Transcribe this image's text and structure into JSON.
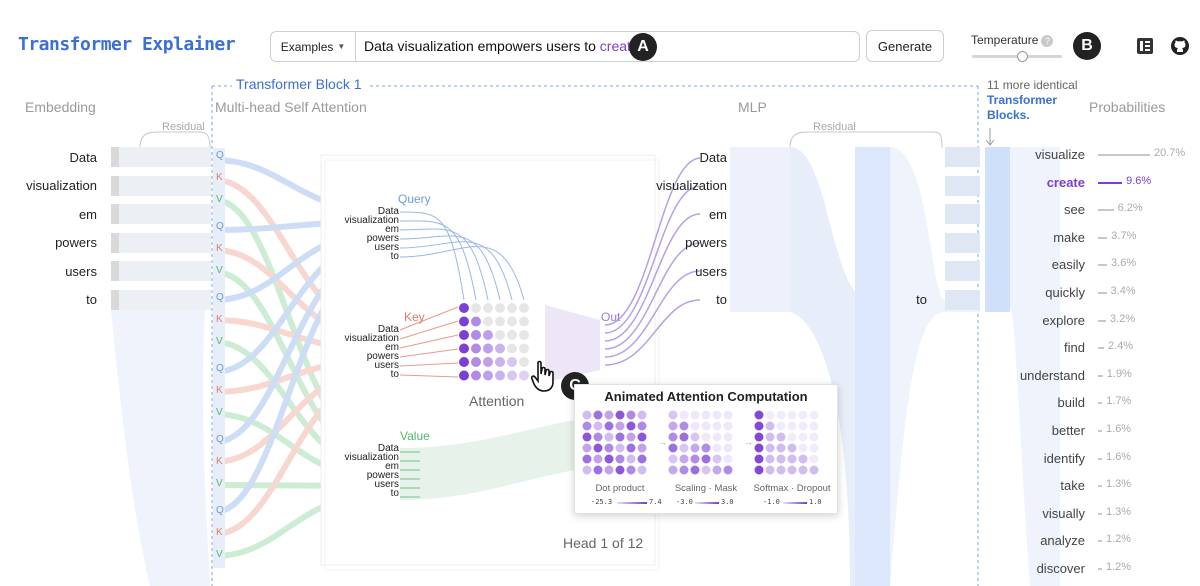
{
  "header": {
    "logo": "Transformer Explainer",
    "examples_label": "Examples",
    "prompt_text": "Data visualization empowers users to",
    "prompt_highlight": "create",
    "badge_a": "A",
    "badge_b": "B",
    "badge_c": "C",
    "generate_label": "Generate",
    "temperature_label": "Temperature",
    "help_mark": "?",
    "temperature_level": 0.54
  },
  "block": {
    "title": "Transformer Block 1",
    "more_blocks_text": "11 more identical",
    "more_blocks_link": "Transformer Blocks."
  },
  "sections": {
    "embedding": "Embedding",
    "attention": "Multi-head Self Attention",
    "mlp": "MLP",
    "probabilities": "Probabilities",
    "residual": "Residual",
    "query": "Query",
    "key": "Key",
    "value": "Value",
    "out": "Out",
    "attention_label": "Attention",
    "head_label": "Head 1 of 12"
  },
  "tokens": [
    "Data",
    "visualization",
    "em",
    "powers",
    "users",
    "to"
  ],
  "qkv_letters": [
    "Q",
    "K",
    "V"
  ],
  "mlp_last_token": "to",
  "popup": {
    "title": "Animated Attention Computation",
    "stages": [
      {
        "label": "Dot product",
        "min": "-25.3",
        "max": "7.4"
      },
      {
        "label": "Scaling · Mask",
        "min": "-3.0",
        "max": "3.0"
      },
      {
        "label": "Softmax · Dropout",
        "min": "-1.0",
        "max": "1.0"
      }
    ]
  },
  "probabilities": [
    {
      "word": "visualize",
      "pct": "20.7%",
      "value": 20.7
    },
    {
      "word": "create",
      "pct": "9.6%",
      "value": 9.6,
      "selected": true
    },
    {
      "word": "see",
      "pct": "6.2%",
      "value": 6.2
    },
    {
      "word": "make",
      "pct": "3.7%",
      "value": 3.7
    },
    {
      "word": "easily",
      "pct": "3.6%",
      "value": 3.6
    },
    {
      "word": "quickly",
      "pct": "3.4%",
      "value": 3.4
    },
    {
      "word": "explore",
      "pct": "3.2%",
      "value": 3.2
    },
    {
      "word": "find",
      "pct": "2.4%",
      "value": 2.4
    },
    {
      "word": "understand",
      "pct": "1.9%",
      "value": 1.9
    },
    {
      "word": "build",
      "pct": "1.7%",
      "value": 1.7
    },
    {
      "word": "better",
      "pct": "1.6%",
      "value": 1.6
    },
    {
      "word": "identify",
      "pct": "1.6%",
      "value": 1.6
    },
    {
      "word": "take",
      "pct": "1.3%",
      "value": 1.3
    },
    {
      "word": "visually",
      "pct": "1.3%",
      "value": 1.3
    },
    {
      "word": "analyze",
      "pct": "1.2%",
      "value": 1.2
    },
    {
      "word": "discover",
      "pct": "1.2%",
      "value": 1.2
    }
  ],
  "colors": {
    "accent": "#7b3fd6",
    "brand": "#3b6fd6",
    "query": "#6b9bd8",
    "key": "#e07b6a",
    "value": "#4fb86b",
    "flow": "#dce7fb"
  }
}
